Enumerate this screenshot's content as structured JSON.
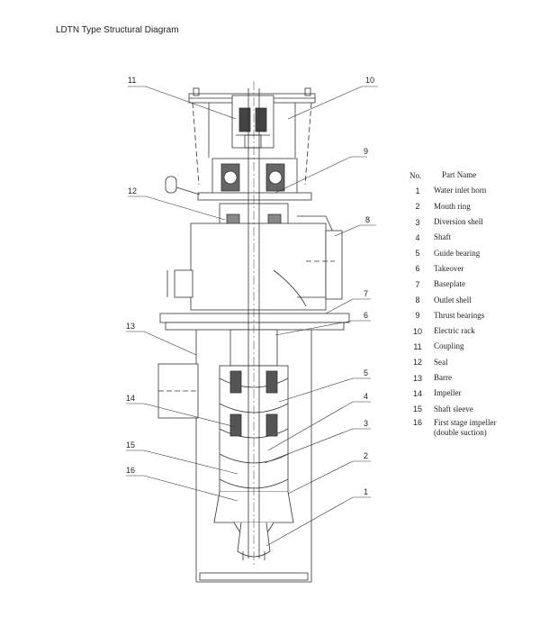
{
  "title": "LDTN Type Structural Diagram",
  "parts_table": {
    "header_no": "No.",
    "header_name": "Part Name",
    "rows": [
      {
        "no": "1",
        "name": "Water inlet horn"
      },
      {
        "no": "2",
        "name": "Mouth ring"
      },
      {
        "no": "3",
        "name": "Diversion shell"
      },
      {
        "no": "4",
        "name": "Shaft"
      },
      {
        "no": "5",
        "name": "Guide bearing"
      },
      {
        "no": "6",
        "name": "Takeover"
      },
      {
        "no": "7",
        "name": "Baseplate"
      },
      {
        "no": "8",
        "name": "Outlet shell"
      },
      {
        "no": "9",
        "name": "Thrust bearings"
      },
      {
        "no": "10",
        "name": "Electric rack"
      },
      {
        "no": "11",
        "name": "Coupling"
      },
      {
        "no": "12",
        "name": "Seal"
      },
      {
        "no": "13",
        "name": "Barre"
      },
      {
        "no": "14",
        "name": "Impeller"
      },
      {
        "no": "15",
        "name": "Shaft sleeve"
      },
      {
        "no": "16",
        "name": "First stage impeller",
        "name2": "(double suction)"
      }
    ]
  },
  "callouts": {
    "c1": "1",
    "c2": "2",
    "c3": "3",
    "c4": "4",
    "c5": "5",
    "c6": "6",
    "c7": "7",
    "c8": "8",
    "c9": "9",
    "c10": "10",
    "c11": "11",
    "c12": "12",
    "c13": "13",
    "c14": "14",
    "c15": "15",
    "c16": "16"
  }
}
